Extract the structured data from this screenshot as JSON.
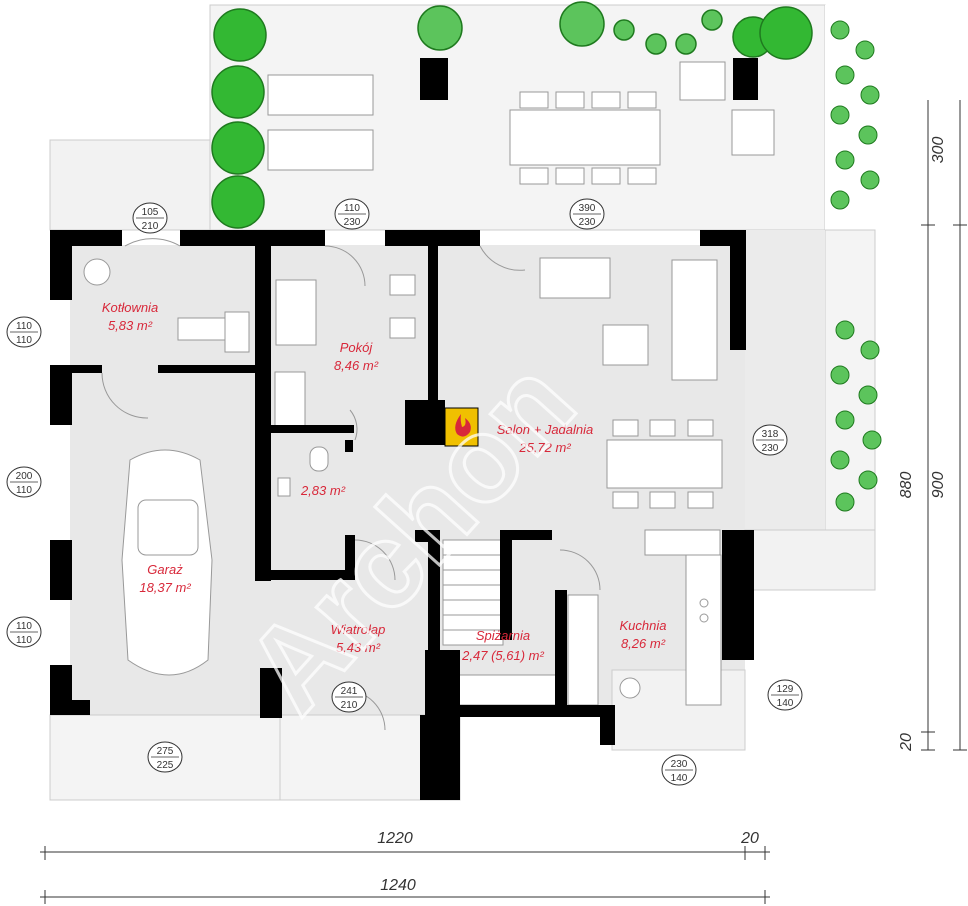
{
  "colors": {
    "wall": "#000000",
    "floor": "#e6e6e6",
    "terrace": "#f2f2f2",
    "label": "#d8283a",
    "tree": "#33b833",
    "fireplace": "#f0c000"
  },
  "rooms": {
    "kotlownia": {
      "name": "Kotłownia",
      "area": "5,83 m²"
    },
    "pokoj": {
      "name": "Pokój",
      "area": "8,46 m²"
    },
    "lazienka": {
      "name": "",
      "area": "2,83 m²"
    },
    "salon": {
      "name": "Salon + Jadalnia",
      "area": "25,72 m²"
    },
    "garaz": {
      "name": "Garaż",
      "area": "18,37 m²"
    },
    "wiatrolap": {
      "name": "Wiatrołap",
      "area": "5,43 m²"
    },
    "spizarnia": {
      "name": "Spiżarnia",
      "area": "2,47 (5,61) m²"
    },
    "kuchnia": {
      "name": "Kuchnia",
      "area": "8,26 m²"
    }
  },
  "openings": [
    {
      "id": "door-kotlownia",
      "w": "105",
      "h": "210"
    },
    {
      "id": "door-pokoj",
      "w": "110",
      "h": "230"
    },
    {
      "id": "door-terrace",
      "w": "390",
      "h": "230"
    },
    {
      "id": "window-kotlownia",
      "w": "110",
      "h": "110"
    },
    {
      "id": "window-salon",
      "w": "318",
      "h": "230"
    },
    {
      "id": "window-garaz-1",
      "w": "200",
      "h": "110"
    },
    {
      "id": "window-garaz-2",
      "w": "110",
      "h": "110"
    },
    {
      "id": "door-entry",
      "w": "241",
      "h": "210"
    },
    {
      "id": "window-kuchnia",
      "w": "129",
      "h": "140"
    },
    {
      "id": "gate-garaz",
      "w": "275",
      "h": "225"
    },
    {
      "id": "window-kuchnia-front",
      "w": "230",
      "h": "140"
    }
  ],
  "dimensions": {
    "bottom_1": "1220",
    "bottom_2": "20",
    "bottom_total": "1240",
    "right_1": "300",
    "right_2": "880",
    "right_3": "900",
    "right_4": "20"
  },
  "watermark": "Archon"
}
